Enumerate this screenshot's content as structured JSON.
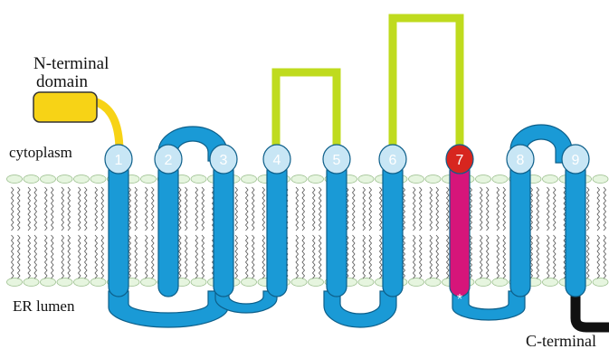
{
  "labels": {
    "n_terminal_line1": "N-terminal",
    "n_terminal_line2": "domain",
    "cytoplasm": "cytoplasm",
    "er_lumen": "ER lumen",
    "c_terminal": "C-terminal",
    "asterisk": "*"
  },
  "helices": [
    {
      "number": "1"
    },
    {
      "number": "2"
    },
    {
      "number": "3"
    },
    {
      "number": "4"
    },
    {
      "number": "5"
    },
    {
      "number": "6"
    },
    {
      "number": "7"
    },
    {
      "number": "8"
    },
    {
      "number": "9"
    }
  ],
  "colors": {
    "helix": "#1a9ad6",
    "helix_outline": "#0d5f8a",
    "helix_cap": "#c8e6f5",
    "highlight_helix": "#d6157a",
    "highlight_cap": "#d7261f",
    "loop_green": "#bfdb1e",
    "n_domain": "#f7d316",
    "c_tail": "#111111",
    "lipid_head": "#e6f5df",
    "lipid_outline": "#9bbf8d"
  }
}
